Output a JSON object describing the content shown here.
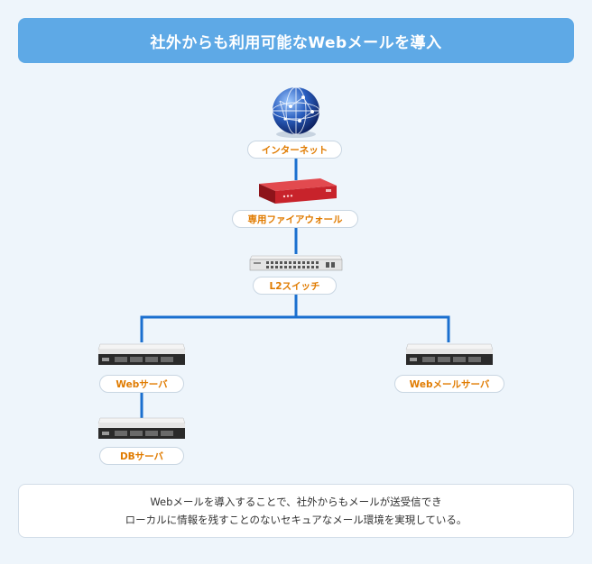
{
  "title": "社外からも利用可能なWebメールを導入",
  "nodes": {
    "internet": "インターネット",
    "firewall": "専用ファイアウォール",
    "l2switch": "L2スイッチ",
    "web_server": "Webサーバ",
    "webmail_server": "Webメールサーバ",
    "db_server": "DBサーバ"
  },
  "footer": {
    "line1": "Webメールを導入することで、社外からもメールが送受信でき",
    "line2": "ローカルに情報を残すことのないセキュアなメール環境を実現している。"
  },
  "colors": {
    "title_bg": "#5ea9e6",
    "connector": "#1a6fcf",
    "label_text": "#e07b00",
    "firewall": "#c8232b"
  }
}
